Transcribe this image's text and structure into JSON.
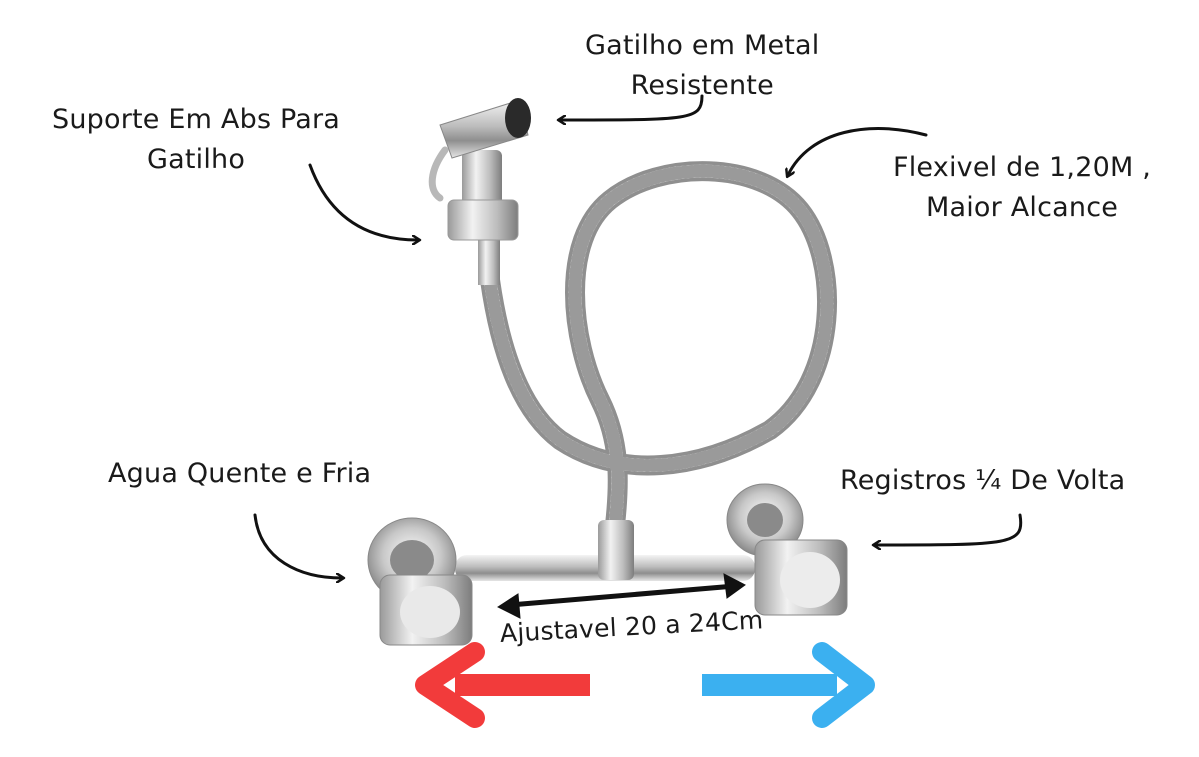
{
  "labels": {
    "gatilho_metal": [
      "Gatilho em Metal",
      "Resistente"
    ],
    "suporte": [
      "Suporte Em Abs Para",
      "Gatilho"
    ],
    "flexivel": [
      "Flexivel de 1,20M ,",
      "Maior Alcance"
    ],
    "agua": "Agua Quente e Fria",
    "registros": "Registros ¼ De Volta",
    "ajustavel": "Ajustavel 20 a 24Cm"
  },
  "colors": {
    "hot_arrow": "#f23b3b",
    "cold_arrow": "#3bb0f0",
    "annotation": "#111111",
    "chrome": "#c9c9c9"
  },
  "icons": [
    "hot-water-arrow-icon",
    "cold-water-arrow-icon"
  ]
}
